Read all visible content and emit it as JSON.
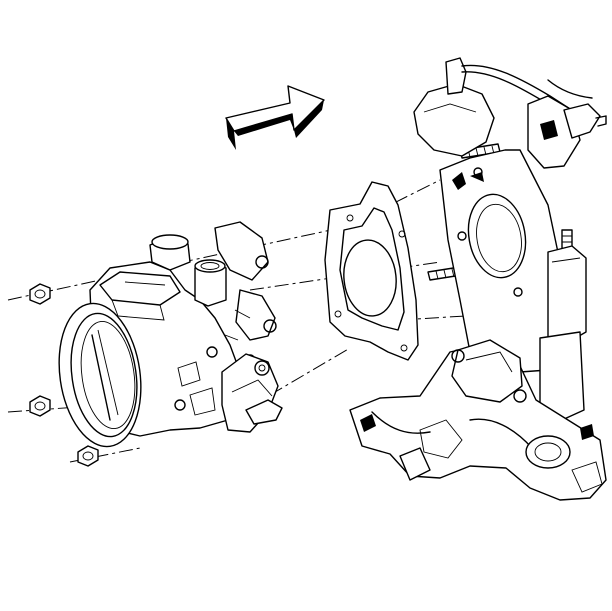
{
  "figure": {
    "background": "#ffffff",
    "line_color": "#000000",
    "parts": [
      "throttle-body",
      "gasket",
      "intake-manifold",
      "nut",
      "stud",
      "direction-arrow"
    ]
  }
}
